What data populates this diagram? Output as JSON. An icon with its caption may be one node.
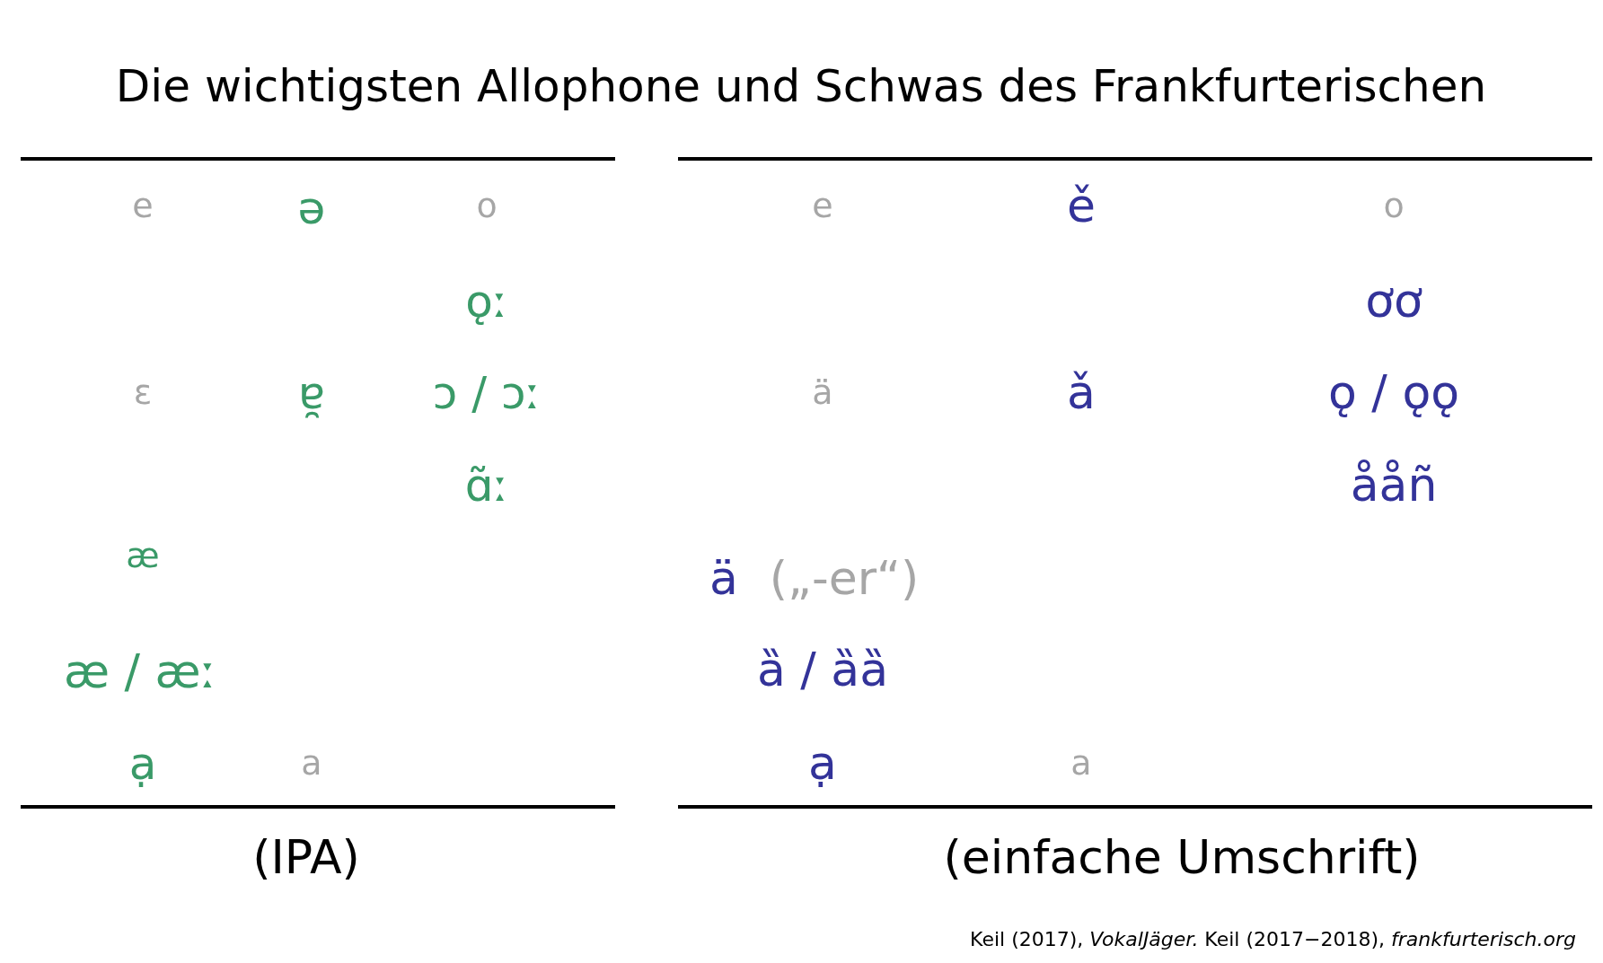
{
  "diagram": {
    "title": "Die wichtigsten Allophone und Schwas des Frankfurterischen",
    "labels": [
      "e",
      "ə",
      "o",
      "ǫː",
      "ɛ",
      "ɐ̯",
      "ɔ / ɔː",
      "ɑ̃ː",
      "æ",
      "æ / æː",
      "ạ",
      "a",
      "(IPA)",
      "e",
      "ě",
      "o",
      "ơơ",
      "ä",
      "ǎ",
      "ǫ / ǫǫ",
      "ååñ",
      "ä",
      "(„-er“)",
      "ȁ / ȁȁ",
      "ạ",
      "a",
      "(einfache Umschrift)",
      "Keil (2017), *VokalJäger.* Keil (2017−2018), *frankfurterisch.org*"
    ]
  }
}
